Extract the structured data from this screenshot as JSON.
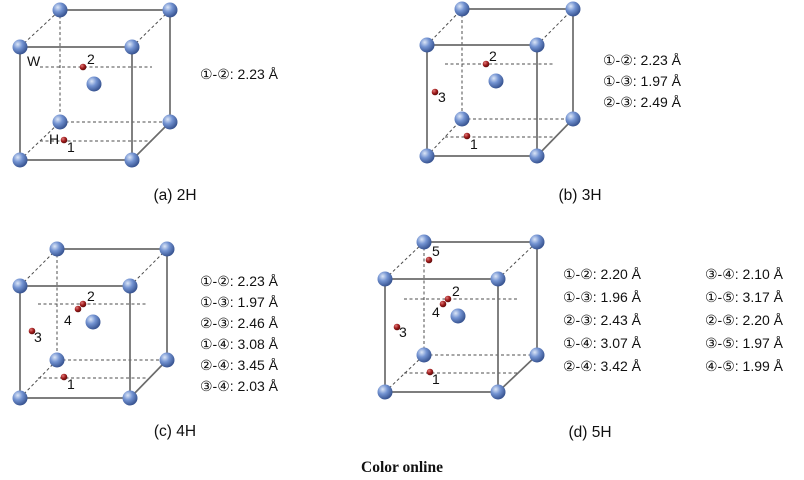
{
  "colors": {
    "atom_w": "#5b7fc4",
    "atom_h": "#9a1a1a",
    "edge": "#6b6b6b"
  },
  "panels": [
    {
      "caption": "(a) 2H",
      "atom_labels": [
        "W",
        "H",
        "1",
        "2"
      ],
      "distances": [
        "①-②: 2.23 Å"
      ]
    },
    {
      "caption": "(b) 3H",
      "atom_labels": [
        "1",
        "2",
        "3"
      ],
      "distances": [
        "①-②: 2.23 Å",
        "①-③: 1.97 Å",
        "②-③: 2.49 Å"
      ]
    },
    {
      "caption": "(c) 4H",
      "atom_labels": [
        "1",
        "2",
        "3",
        "4"
      ],
      "distances": [
        "①-②: 2.23 Å",
        "①-③: 1.97 Å",
        "②-③: 2.46 Å",
        "①-④: 3.08 Å",
        "②-④: 3.45 Å",
        "③-④: 2.03 Å"
      ]
    },
    {
      "caption": "(d) 5H",
      "atom_labels": [
        "1",
        "2",
        "3",
        "4",
        "5"
      ],
      "distances": [
        "①-②: 2.20 Å",
        "①-③: 1.96 Å",
        "②-③: 2.43 Å",
        "①-④: 3.07 Å",
        "②-④: 3.42 Å",
        "③-④: 2.10 Å",
        "①-⑤: 3.17 Å",
        "②-⑤: 2.20 Å",
        "③-⑤: 1.97 Å",
        "④-⑤: 1.99 Å"
      ]
    }
  ],
  "footer": "Color online"
}
